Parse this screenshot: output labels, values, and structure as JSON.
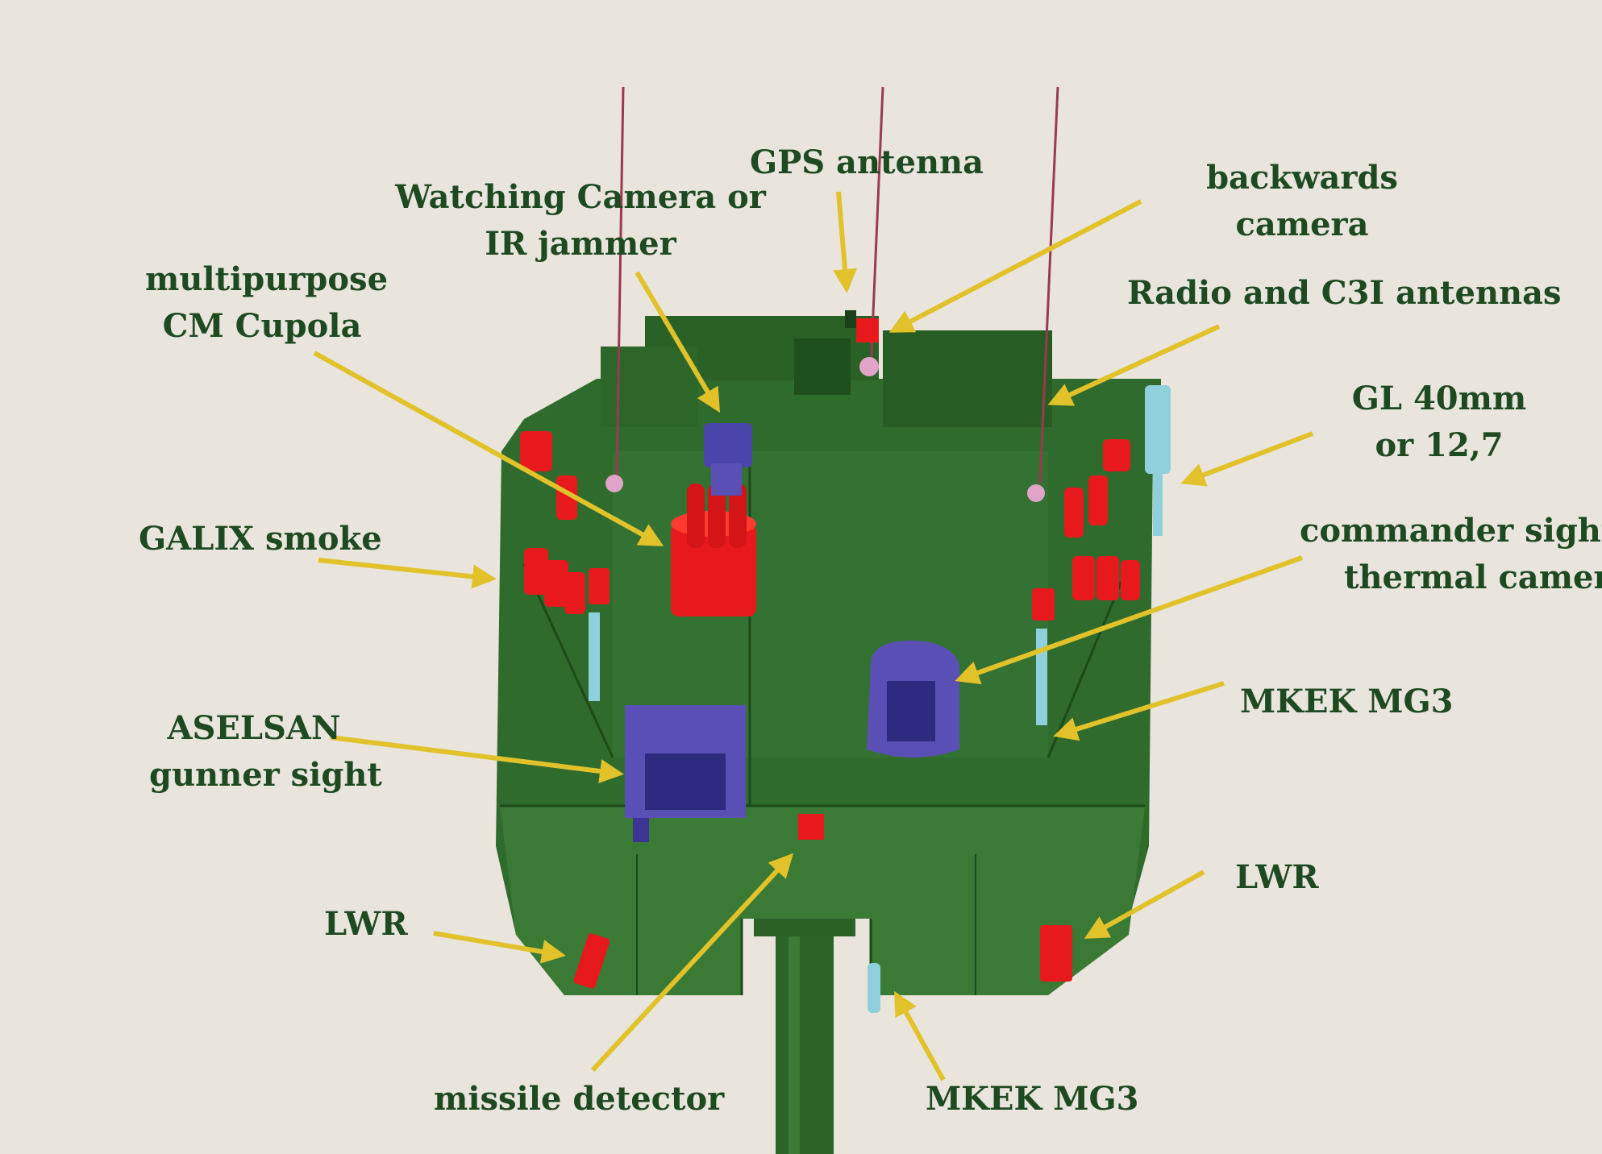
{
  "colors": {
    "background": "#e9e4dc",
    "label_text": "#1e4a21",
    "arrow": "#e2c22a",
    "turret_green": "#2f6b2c",
    "component_red": "#e8191c",
    "sight_blue": "#5a4fb5",
    "mg_cyan": "#8fd0dc"
  },
  "labels": {
    "gps_antenna": "GPS antenna",
    "watching_camera_1": "Watching Camera or",
    "watching_camera_2": "IR jammer",
    "backwards_camera_1": "backwards",
    "backwards_camera_2": "camera",
    "multipurpose_cupola_1": "multipurpose",
    "multipurpose_cupola_2": "CM Cupola",
    "radio_antennas": "Radio and C3I antennas",
    "gl_1": "GL 40mm",
    "gl_2": "or 12,7",
    "galix_smoke": "GALIX smoke",
    "commander_sight_1": "commander sight wit",
    "commander_sight_2": "thermal camera",
    "aselsan_1": "ASELSAN",
    "aselsan_2": "gunner sight",
    "mkek_mg3_right": "MKEK MG3",
    "lwr_left": "LWR",
    "lwr_right": "LWR",
    "missile_detector": "missile detector",
    "mkek_mg3_bottom": "MKEK MG3"
  }
}
